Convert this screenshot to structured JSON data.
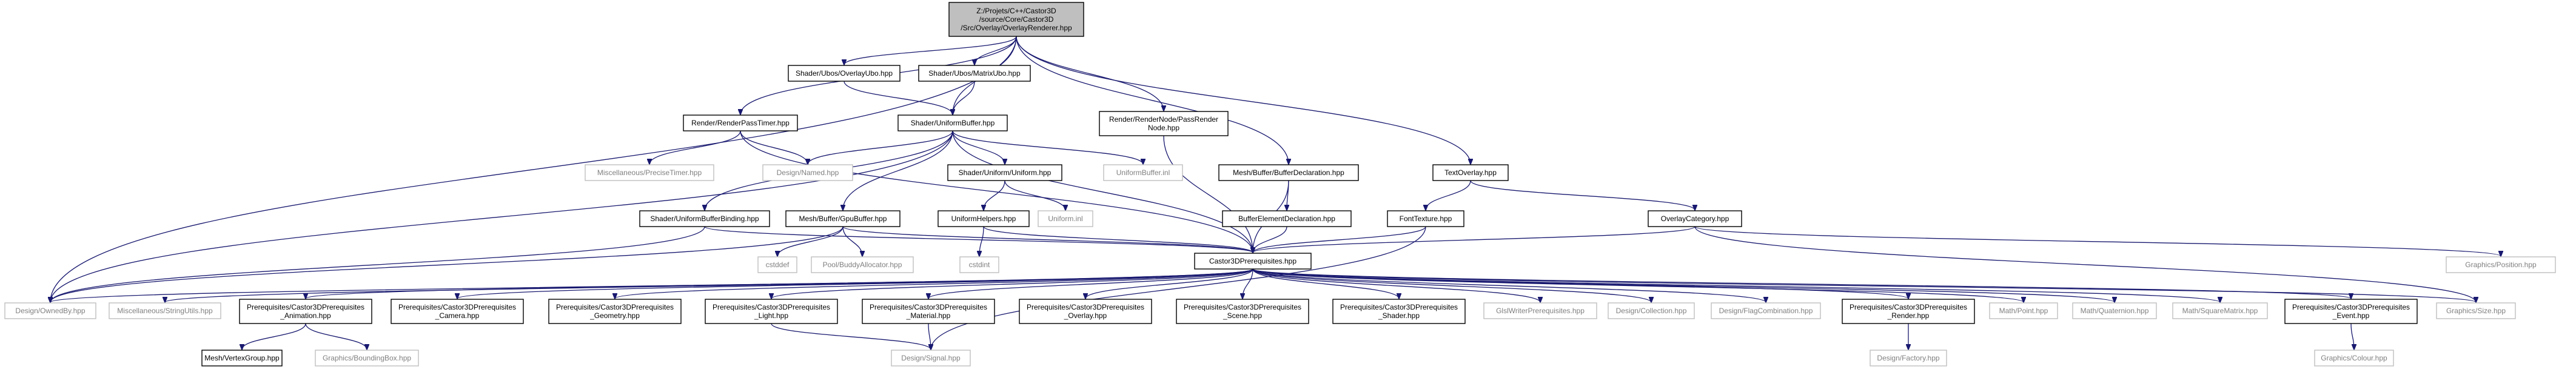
{
  "root": "Z:/Projets/C++/Castor3D/source/Core/Castor3D/Src/Overlay/OverlayRenderer.hpp",
  "nodes": [
    {
      "id": "root",
      "lines": [
        "Z:/Projets/C++/Castor3D",
        "/source/Core/Castor3D",
        "/Src/Overlay/OverlayRenderer.hpp"
      ],
      "style": "root"
    },
    {
      "id": "ubooverlay",
      "lines": [
        "Shader/Ubos/OverlayUbo.hpp"
      ],
      "style": "normal"
    },
    {
      "id": "ubomatrix",
      "lines": [
        "Shader/Ubos/MatrixUbo.hpp"
      ],
      "style": "normal"
    },
    {
      "id": "passtimer",
      "lines": [
        "Render/RenderPassTimer.hpp"
      ],
      "style": "normal"
    },
    {
      "id": "renderpassnode",
      "lines": [
        "Render/RenderNode/PassRender",
        "Node.hpp"
      ],
      "style": "normal"
    },
    {
      "id": "uniformbuffer",
      "lines": [
        "Shader/UniformBuffer.hpp"
      ],
      "style": "normal"
    },
    {
      "id": "precisetimer",
      "lines": [
        "Miscellaneous/PreciseTimer.hpp"
      ],
      "style": "grey"
    },
    {
      "id": "named",
      "lines": [
        "Design/Named.hpp"
      ],
      "style": "grey"
    },
    {
      "id": "uniformbufferinl",
      "lines": [
        "UniformBuffer.inl"
      ],
      "style": "grey"
    },
    {
      "id": "uniform",
      "lines": [
        "Shader/Uniform/Uniform.hpp"
      ],
      "style": "normal"
    },
    {
      "id": "bufferdecl",
      "lines": [
        "Mesh/Buffer/BufferDeclaration.hpp"
      ],
      "style": "normal"
    },
    {
      "id": "textoverlay",
      "lines": [
        "TextOverlay.hpp"
      ],
      "style": "normal"
    },
    {
      "id": "ubobinding",
      "lines": [
        "Shader/UniformBufferBinding.hpp"
      ],
      "style": "normal"
    },
    {
      "id": "gpubuffer",
      "lines": [
        "Mesh/Buffer/GpuBuffer.hpp"
      ],
      "style": "normal"
    },
    {
      "id": "uniformhelpers",
      "lines": [
        "UniformHelpers.hpp"
      ],
      "style": "normal"
    },
    {
      "id": "uniforminl",
      "lines": [
        "Uniform.inl"
      ],
      "style": "grey"
    },
    {
      "id": "bufferelemdecl",
      "lines": [
        "BufferElementDeclaration.hpp"
      ],
      "style": "normal"
    },
    {
      "id": "fonttexture",
      "lines": [
        "FontTexture.hpp"
      ],
      "style": "normal"
    },
    {
      "id": "overlaycategory",
      "lines": [
        "OverlayCategory.hpp"
      ],
      "style": "normal"
    },
    {
      "id": "cstddef",
      "lines": [
        "cstddef"
      ],
      "style": "grey"
    },
    {
      "id": "poolbuddy",
      "lines": [
        "Pool/BuddyAllocator.hpp"
      ],
      "style": "grey"
    },
    {
      "id": "cstdint",
      "lines": [
        "cstdint"
      ],
      "style": "grey"
    },
    {
      "id": "c3dprereq",
      "lines": [
        "Castor3DPrerequisites.hpp"
      ],
      "style": "normal"
    },
    {
      "id": "position",
      "lines": [
        "Graphics/Position.hpp"
      ],
      "style": "grey"
    },
    {
      "id": "ownedby",
      "lines": [
        "Design/OwnedBy.hpp"
      ],
      "style": "grey"
    },
    {
      "id": "stringutils",
      "lines": [
        "Miscellaneous/StringUtils.hpp"
      ],
      "style": "grey"
    },
    {
      "id": "preanim",
      "lines": [
        "Prerequisites/Castor3DPrerequisites",
        "_Animation.hpp"
      ],
      "style": "normal"
    },
    {
      "id": "precamera",
      "lines": [
        "Prerequisites/Castor3DPrerequisites",
        "_Camera.hpp"
      ],
      "style": "normal"
    },
    {
      "id": "pregeometry",
      "lines": [
        "Prerequisites/Castor3DPrerequisites",
        "_Geometry.hpp"
      ],
      "style": "normal"
    },
    {
      "id": "prelight",
      "lines": [
        "Prerequisites/Castor3DPrerequisites",
        "_Light.hpp"
      ],
      "style": "normal"
    },
    {
      "id": "prematerial",
      "lines": [
        "Prerequisites/Castor3DPrerequisites",
        "_Material.hpp"
      ],
      "style": "normal"
    },
    {
      "id": "preoverlay",
      "lines": [
        "Prerequisites/Castor3DPrerequisites",
        "_Overlay.hpp"
      ],
      "style": "normal"
    },
    {
      "id": "prescene",
      "lines": [
        "Prerequisites/Castor3DPrerequisites",
        "_Scene.hpp"
      ],
      "style": "normal"
    },
    {
      "id": "preshader",
      "lines": [
        "Prerequisites/Castor3DPrerequisites",
        "_Shader.hpp"
      ],
      "style": "normal"
    },
    {
      "id": "glslwriter",
      "lines": [
        "GlslWriterPrerequisites.hpp"
      ],
      "style": "grey"
    },
    {
      "id": "collection",
      "lines": [
        "Design/Collection.hpp"
      ],
      "style": "grey"
    },
    {
      "id": "flagcomb",
      "lines": [
        "Design/FlagCombination.hpp"
      ],
      "style": "grey"
    },
    {
      "id": "prerender",
      "lines": [
        "Prerequisites/Castor3DPrerequisites",
        "_Render.hpp"
      ],
      "style": "normal"
    },
    {
      "id": "point",
      "lines": [
        "Math/Point.hpp"
      ],
      "style": "grey"
    },
    {
      "id": "quaternion",
      "lines": [
        "Math/Quaternion.hpp"
      ],
      "style": "grey"
    },
    {
      "id": "squarematrix",
      "lines": [
        "Math/SquareMatrix.hpp"
      ],
      "style": "grey"
    },
    {
      "id": "preevent",
      "lines": [
        "Prerequisites/Castor3DPrerequisites",
        "_Event.hpp"
      ],
      "style": "normal"
    },
    {
      "id": "size",
      "lines": [
        "Graphics/Size.hpp"
      ],
      "style": "grey"
    },
    {
      "id": "vertexgroup",
      "lines": [
        "Mesh/VertexGroup.hpp"
      ],
      "style": "normal"
    },
    {
      "id": "boundingbox",
      "lines": [
        "Graphics/BoundingBox.hpp"
      ],
      "style": "grey"
    },
    {
      "id": "signal",
      "lines": [
        "Design/Signal.hpp"
      ],
      "style": "grey"
    },
    {
      "id": "factory",
      "lines": [
        "Design/Factory.hpp"
      ],
      "style": "grey"
    },
    {
      "id": "colour",
      "lines": [
        "Graphics/Colour.hpp"
      ],
      "style": "grey"
    }
  ],
  "edges": [
    [
      "root",
      "ubooverlay"
    ],
    [
      "root",
      "ubomatrix"
    ],
    [
      "root",
      "passtimer"
    ],
    [
      "root",
      "renderpassnode"
    ],
    [
      "root",
      "uniformbuffer"
    ],
    [
      "root",
      "bufferdecl"
    ],
    [
      "root",
      "textoverlay"
    ],
    [
      "root",
      "ownedby"
    ],
    [
      "ubooverlay",
      "uniformbuffer"
    ],
    [
      "ubomatrix",
      "uniformbuffer"
    ],
    [
      "passtimer",
      "precisetimer"
    ],
    [
      "passtimer",
      "named"
    ],
    [
      "passtimer",
      "c3dprereq"
    ],
    [
      "renderpassnode",
      "c3dprereq"
    ],
    [
      "uniformbuffer",
      "named"
    ],
    [
      "uniformbuffer",
      "uniformbufferinl"
    ],
    [
      "uniformbuffer",
      "uniform"
    ],
    [
      "uniformbuffer",
      "ubobinding"
    ],
    [
      "uniformbuffer",
      "gpubuffer"
    ],
    [
      "uniformbuffer",
      "c3dprereq"
    ],
    [
      "uniformbuffer",
      "ownedby"
    ],
    [
      "uniform",
      "uniformhelpers"
    ],
    [
      "uniform",
      "uniforminl"
    ],
    [
      "uniformhelpers",
      "cstdint"
    ],
    [
      "uniformhelpers",
      "c3dprereq"
    ],
    [
      "bufferdecl",
      "bufferelemdecl"
    ],
    [
      "bufferdecl",
      "c3dprereq"
    ],
    [
      "bufferelemdecl",
      "c3dprereq"
    ],
    [
      "textoverlay",
      "fonttexture"
    ],
    [
      "textoverlay",
      "overlaycategory"
    ],
    [
      "fonttexture",
      "c3dprereq"
    ],
    [
      "fonttexture",
      "signal"
    ],
    [
      "overlaycategory",
      "c3dprereq"
    ],
    [
      "overlaycategory",
      "position"
    ],
    [
      "overlaycategory",
      "size"
    ],
    [
      "ubobinding",
      "c3dprereq"
    ],
    [
      "ubobinding",
      "ownedby"
    ],
    [
      "gpubuffer",
      "cstddef"
    ],
    [
      "gpubuffer",
      "poolbuddy"
    ],
    [
      "gpubuffer",
      "c3dprereq"
    ],
    [
      "gpubuffer",
      "ownedby"
    ],
    [
      "c3dprereq",
      "ownedby"
    ],
    [
      "c3dprereq",
      "stringutils"
    ],
    [
      "c3dprereq",
      "preanim"
    ],
    [
      "c3dprereq",
      "precamera"
    ],
    [
      "c3dprereq",
      "pregeometry"
    ],
    [
      "c3dprereq",
      "prelight"
    ],
    [
      "c3dprereq",
      "prematerial"
    ],
    [
      "c3dprereq",
      "preoverlay"
    ],
    [
      "c3dprereq",
      "prescene"
    ],
    [
      "c3dprereq",
      "preshader"
    ],
    [
      "c3dprereq",
      "glslwriter"
    ],
    [
      "c3dprereq",
      "collection"
    ],
    [
      "c3dprereq",
      "flagcomb"
    ],
    [
      "c3dprereq",
      "prerender"
    ],
    [
      "c3dprereq",
      "point"
    ],
    [
      "c3dprereq",
      "quaternion"
    ],
    [
      "c3dprereq",
      "squarematrix"
    ],
    [
      "c3dprereq",
      "preevent"
    ],
    [
      "c3dprereq",
      "size"
    ],
    [
      "preanim",
      "vertexgroup"
    ],
    [
      "preanim",
      "boundingbox"
    ],
    [
      "prelight",
      "signal"
    ],
    [
      "prematerial",
      "signal"
    ],
    [
      "prerender",
      "factory"
    ],
    [
      "preevent",
      "colour"
    ]
  ]
}
